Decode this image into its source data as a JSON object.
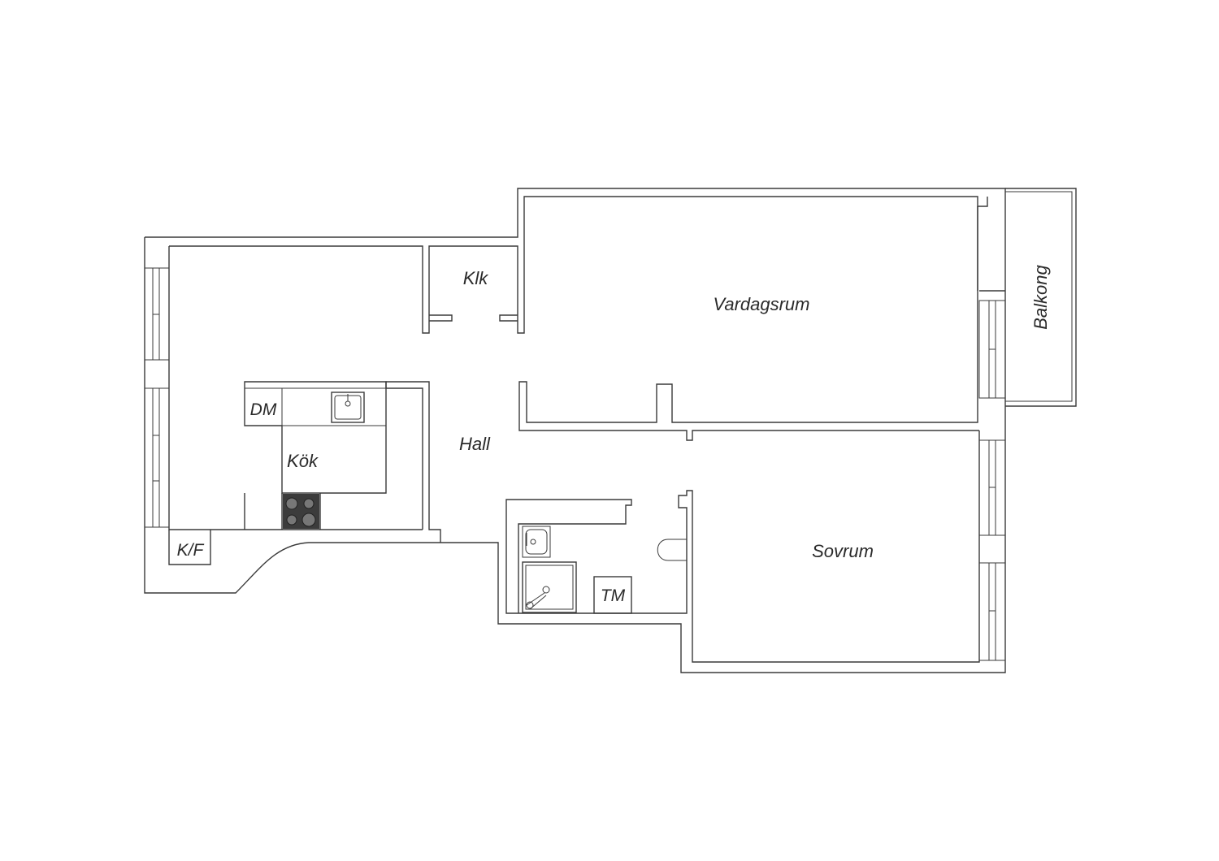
{
  "rooms": {
    "klk": "Klk",
    "vardagsrum": "Vardagsrum",
    "balkong": "Balkong",
    "dm": "DM",
    "kok": "Kök",
    "hall": "Hall",
    "kf": "K/F",
    "sovrum": "Sovrum",
    "tm": "TM"
  },
  "fixtures": {
    "sink": "sink-icon",
    "stove": "stove-icon",
    "washbasin": "washbasin-icon",
    "shower": "shower-icon",
    "toilet": "toilet-icon"
  },
  "colors": {
    "wall": "#3a3a3a",
    "stove": "#3c3c3c"
  }
}
